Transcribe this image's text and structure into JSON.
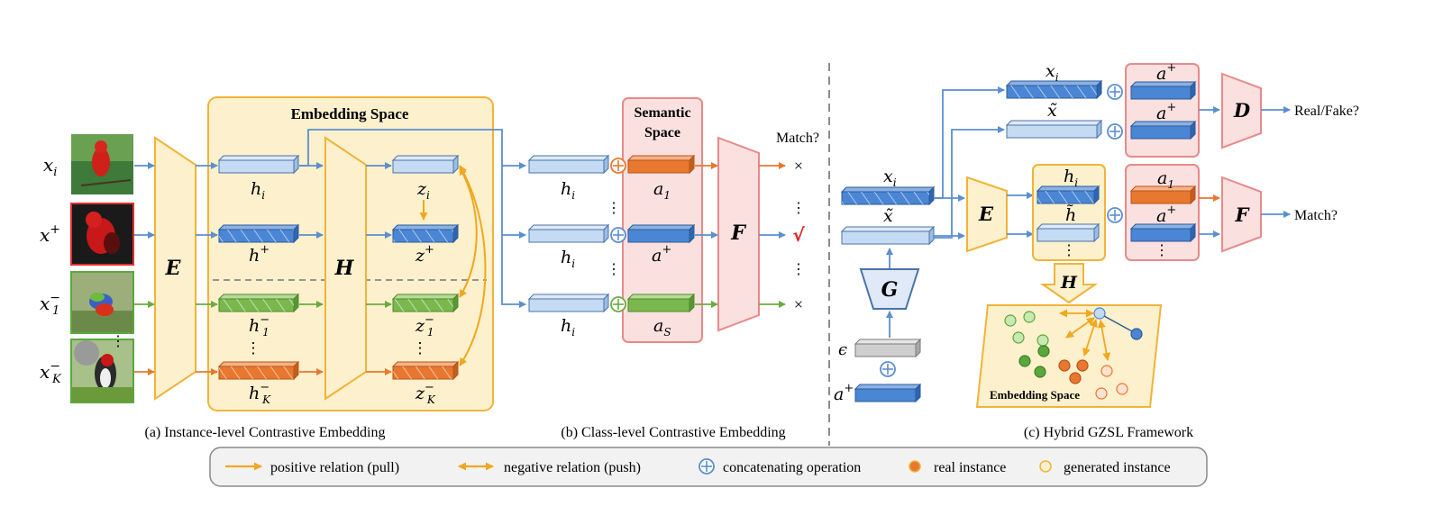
{
  "colors": {
    "bluebar": "#4a86d4",
    "lightbar": "#c5dbf3",
    "greenbar": "#7ab84e",
    "orangebar": "#e8782f",
    "greybar": "#cfcfcf",
    "yellowbox_fill": "#fdf0cc",
    "yellowbox_stroke": "#f0b43a",
    "pinkbox_fill": "#fbe0e0",
    "pinkbox_stroke": "#e88a8a",
    "arrow_blue": "#5b8fd0",
    "arrow_orange": "#e8782f",
    "arrow_green": "#6bab40",
    "relation": "#f0a820",
    "check_red": "#e02020"
  },
  "panel_a": {
    "embedding_title": "Embedding Space",
    "inputs": {
      "xi": {
        "base": "x",
        "sub": "i",
        "sup": ""
      },
      "xp": {
        "base": "x",
        "sub": "",
        "sup": "+"
      },
      "x1m": {
        "base": "x",
        "sub": "1",
        "sup": "−"
      },
      "xkm": {
        "base": "x",
        "sub": "K",
        "sup": "−"
      }
    },
    "images": [
      "bird-red-xi",
      "bird-red-xplus",
      "bird-green-x1",
      "bird-woodpecker-xk"
    ],
    "encoder": "E",
    "projector": "H",
    "h_labels": {
      "hi": {
        "base": "h",
        "sub": "i",
        "sup": ""
      },
      "hp": {
        "base": "h",
        "sub": "",
        "sup": "+"
      },
      "h1m": {
        "base": "h",
        "sub": "1",
        "sup": "−"
      },
      "hkm": {
        "base": "h",
        "sub": "K",
        "sup": "−"
      }
    },
    "z_labels": {
      "zi": {
        "base": "z",
        "sub": "i",
        "sup": ""
      },
      "zp": {
        "base": "z",
        "sub": "",
        "sup": "+"
      },
      "z1m": {
        "base": "z",
        "sub": "1",
        "sup": "−"
      },
      "zkm": {
        "base": "z",
        "sub": "K",
        "sup": "−"
      }
    },
    "vdots": "⋮",
    "caption": "(a) Instance-level Contrastive Embedding"
  },
  "panel_b": {
    "semantic_title_1": "Semantic",
    "semantic_title_2": "Space",
    "h_label": {
      "base": "h",
      "sub": "i"
    },
    "a_labels": {
      "a1": {
        "base": "a",
        "sub": "1",
        "sup": ""
      },
      "ap": {
        "base": "a",
        "sub": "",
        "sup": "+"
      },
      "as": {
        "base": "a",
        "sub": "S",
        "sup": ""
      }
    },
    "classifier": "F",
    "match_label": "Match?",
    "results": [
      "×",
      "√",
      "×"
    ],
    "vdots": "⋮",
    "caption": "(b) Class-level Contrastive Embedding"
  },
  "panel_c": {
    "xi_label": {
      "base": "x",
      "sub": "i"
    },
    "xtilde_label": "x̃",
    "htilde_label": "h̃",
    "hi_label": {
      "base": "h",
      "sub": "i"
    },
    "ap_label": {
      "base": "a",
      "sup": "+"
    },
    "a1_label": {
      "base": "a",
      "sub": "1"
    },
    "generator": "G",
    "encoder": "E",
    "discriminator": "D",
    "classifier": "F",
    "projector": "H",
    "epsilon": "ϵ",
    "real_fake": "Real/Fake?",
    "match": "Match?",
    "embedding_title": "Embedding Space",
    "vdots": "⋮",
    "caption": "(c) Hybrid GZSL Framework"
  },
  "legend": {
    "positive": "positive relation (pull)",
    "negative": "negative relation (push)",
    "concat": "concatenating operation",
    "real": "real instance",
    "generated": "generated instance"
  }
}
